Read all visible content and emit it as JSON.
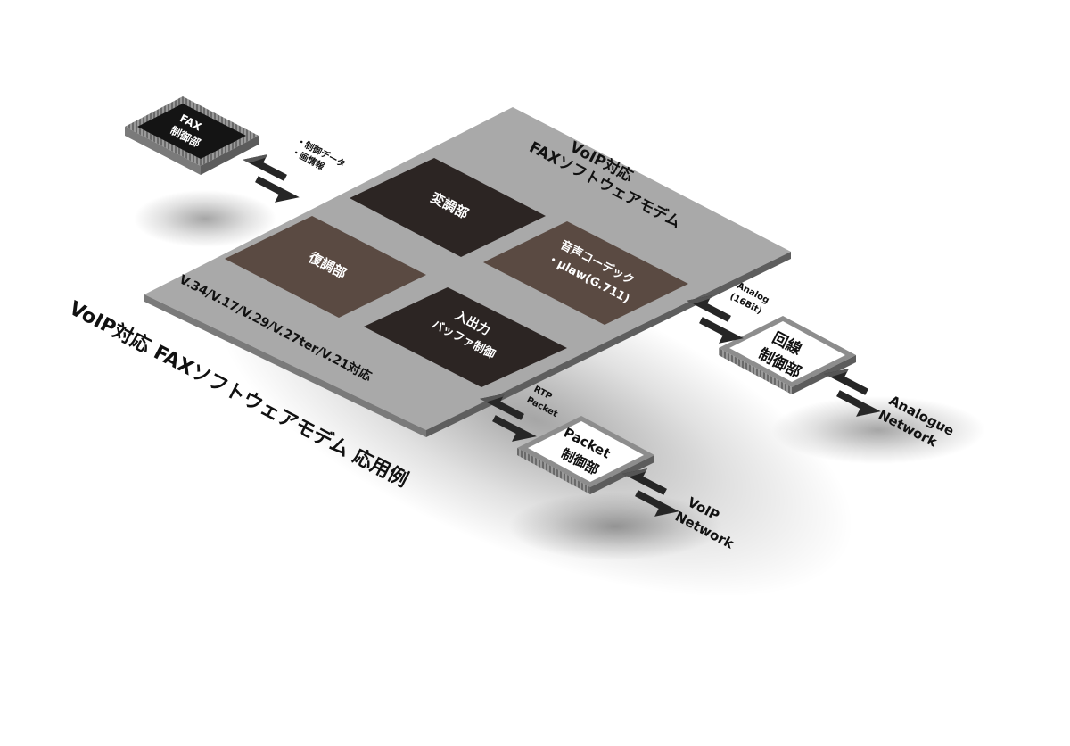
{
  "board": {
    "title_line1": "VoIP対応",
    "title_line2": "FAXソフトウェアモデム",
    "standards": "V.34/V.17/V.29/V.27ter/V.21対応"
  },
  "blocks": {
    "modulator": "変調部",
    "demodulator": "復調部",
    "codec_line1": "音声コーデック",
    "codec_line2": "・μlaw(G.711)",
    "io_line1": "入出力",
    "io_line2": "バッファ制御"
  },
  "fax_chip": {
    "line1": "FAX",
    "line2": "制御部",
    "data_line1": "・制御データ",
    "data_line2": "・画情報"
  },
  "line_control": {
    "label_line1": "回線",
    "label_line2": "制御部",
    "signal_line1": "Analog",
    "signal_line2": "(16Bit)",
    "network_line1": "Analogue",
    "network_line2": "Network"
  },
  "packet_control": {
    "label_line1": "Packet",
    "label_line2": "制御部",
    "signal_line1": "RTP",
    "signal_line2": "Packet",
    "network_line1": "VoIP",
    "network_line2": "Network"
  },
  "caption": "VoIP対応 FAXソフトウェアモデム 応用例",
  "colors": {
    "board": "#a9a9a9",
    "board_edge": "#6f6f6f",
    "block_dark": "#2c2523",
    "block_brown": "#5a4a42",
    "arrow": "#262626",
    "box_border": "#8d8d8d"
  }
}
